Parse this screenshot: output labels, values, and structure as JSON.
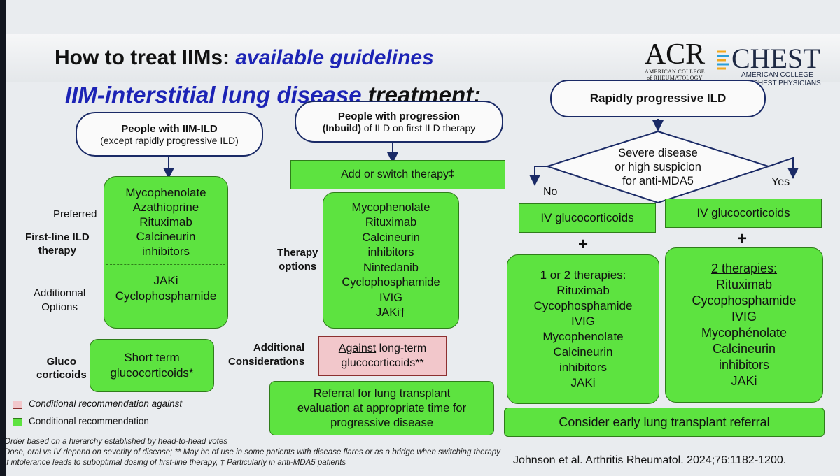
{
  "title": {
    "prefix": "How to treat IIMs: ",
    "highlight": "available guidelines"
  },
  "subtitle": {
    "highlight": "IIM-interstitial lung disease",
    "rest": " treatment:"
  },
  "logos": {
    "acr": {
      "big": "ACR",
      "line1": "AMERICAN COLLEGE",
      "line2": "of RHEUMATOLOGY"
    },
    "chest": {
      "big": "CHEST",
      "line1": "AMERICAN COLLEGE",
      "line2": "OF CHEST PHYSICIANS"
    }
  },
  "col1": {
    "header": {
      "line1": "People with IIM-ILD",
      "line2": "(except rapidly progressive ILD)"
    },
    "first_line": [
      "Mycophenolate",
      "Azathioprine",
      "Rituximab",
      "Calcineurin",
      "inhibitors"
    ],
    "additional": [
      "JAKi",
      "Cyclophosphamide"
    ],
    "labels": {
      "preferred": "Preferred",
      "first_line_1": "First-line ILD",
      "first_line_2": "therapy",
      "additional_1": "Additionnal",
      "additional_2": "Options",
      "gluco_1": "Gluco",
      "gluco_2": "corticoids"
    },
    "gluco_box": [
      "Short term",
      "glucocorticoids*"
    ]
  },
  "col2": {
    "header": {
      "line1": "People with progression",
      "line2_bold": "(Inbuild)",
      "line2_rest": " of ILD on first ILD therapy"
    },
    "add_switch": "Add or switch therapy‡",
    "therapy": [
      "Mycophenolate",
      "Rituximab",
      "Calcineurin",
      "inhibitors",
      "Nintedanib",
      "Cyclophosphamide",
      "IVIG",
      "JAKi†"
    ],
    "labels": {
      "therapy_1": "Therapy",
      "therapy_2": "options",
      "additional_1": "Additional",
      "additional_2": "Considerations"
    },
    "against": {
      "underlined": "Against",
      "rest": " long-term",
      "line2": "glucocorticoids**"
    },
    "referral": [
      "Referral for lung transplant",
      "evaluation at appropriate time for",
      "progressive disease"
    ]
  },
  "col3": {
    "header": "Rapidly progressive ILD",
    "diamond": [
      "Severe disease",
      "or high suspicion",
      "for anti-MDA5"
    ],
    "no": "No",
    "yes": "Yes",
    "iv_left": "IV glucocorticoids",
    "iv_right": "IV glucocorticoids",
    "plus": "+",
    "left_box": {
      "head": "1 or 2 therapies:",
      "items": [
        "Rituximab",
        "Cycophosphamide",
        "IVIG",
        "Mycophenolate",
        "Calcineurin",
        "inhibitors",
        "JAKi"
      ]
    },
    "right_box": {
      "head": "2 therapies:",
      "items": [
        "Rituximab",
        "Cycophosphamide",
        "IVIG",
        "Mycophénolate",
        "Calcineurin",
        "inhibitors",
        "JAKi"
      ]
    },
    "transplant": "Consider early lung transplant referral"
  },
  "legend": {
    "pink": "Conditional recommendation against",
    "green": "Conditional recommendation"
  },
  "footnotes": [
    "Order based on a hierarchy established by head-to-head votes",
    "Dose, oral vs IV depend on severity of disease; ** May be of use in some patients with disease flares or as a bridge when switching therapy",
    "If intolerance leads to suboptimal dosing of first-line therapy, † Particularly in anti-MDA5 patients"
  ],
  "citation": "Johnson et al. Arthritis Rheumatol. 2024;76:1182-1200.",
  "colors": {
    "green": "#5de340",
    "pink": "#f2c7cb",
    "title_blue": "#1c23b5",
    "border_navy": "#1a2a66"
  }
}
